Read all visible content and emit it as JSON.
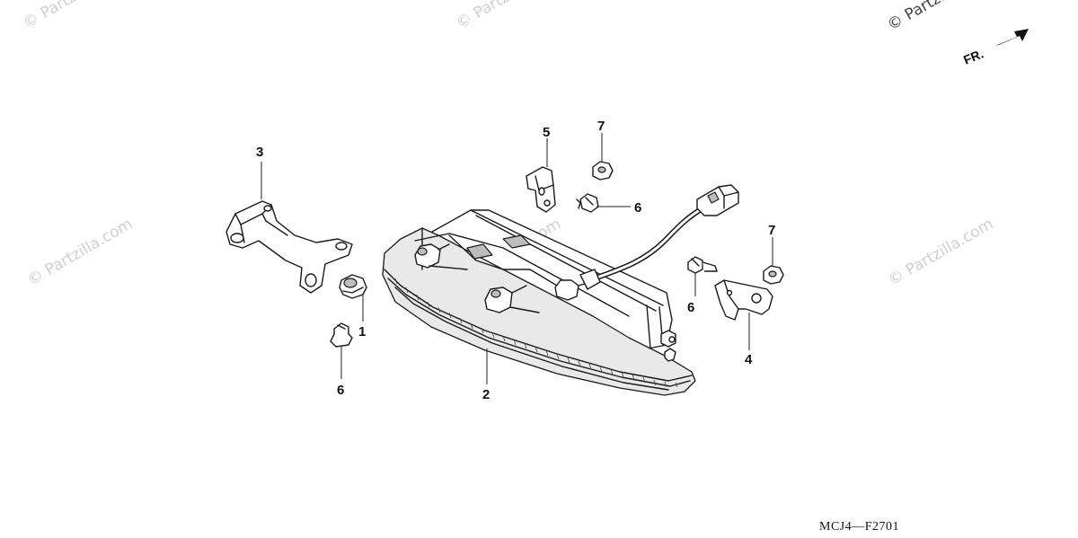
{
  "watermarks": [
    "© Partzilla.com",
    "© Partzilla.com",
    "© Partzilla.com",
    "© Partzilla.com",
    "© Partzilla.com",
    "© Partzilla.com"
  ],
  "direction": {
    "label": "FR."
  },
  "callouts": {
    "part_1": "1",
    "part_2": "2",
    "part_3": "3",
    "part_4": "4",
    "part_5": "5",
    "part_6_a": "6",
    "part_6_b": "6",
    "part_6_c": "6",
    "part_7_a": "7",
    "part_7_b": "7"
  },
  "diagram_code": "MCJ4—F2701"
}
